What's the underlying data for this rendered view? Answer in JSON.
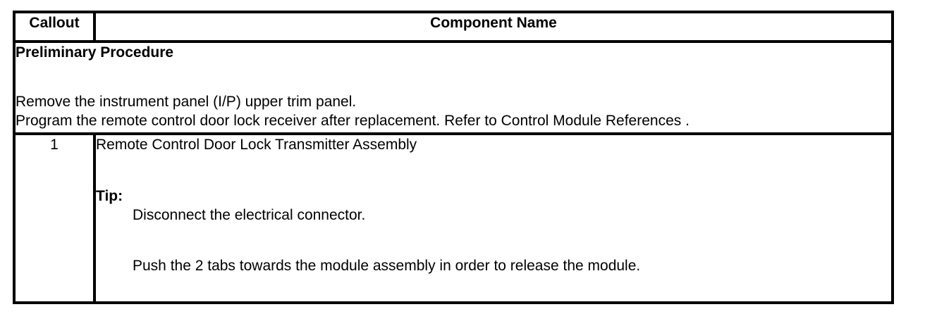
{
  "colors": {
    "border": "#000000",
    "text": "#000000",
    "background": "#ffffff"
  },
  "table": {
    "header": {
      "callout_label": "Callout",
      "component_name_label": "Component Name"
    },
    "preliminary": {
      "title": "Preliminary Procedure",
      "steps": [
        "Remove the instrument panel (I/P) upper trim panel.",
        "Program the remote control door lock receiver after replacement. Refer to Control Module References ."
      ]
    },
    "rows": [
      {
        "callout": "1",
        "component": "Remote Control Door Lock Transmitter Assembly",
        "tip_label": "Tip:",
        "tip_steps": [
          "Disconnect the electrical connector.",
          "Push the 2 tabs towards the module assembly in order to release the module."
        ]
      }
    ]
  }
}
